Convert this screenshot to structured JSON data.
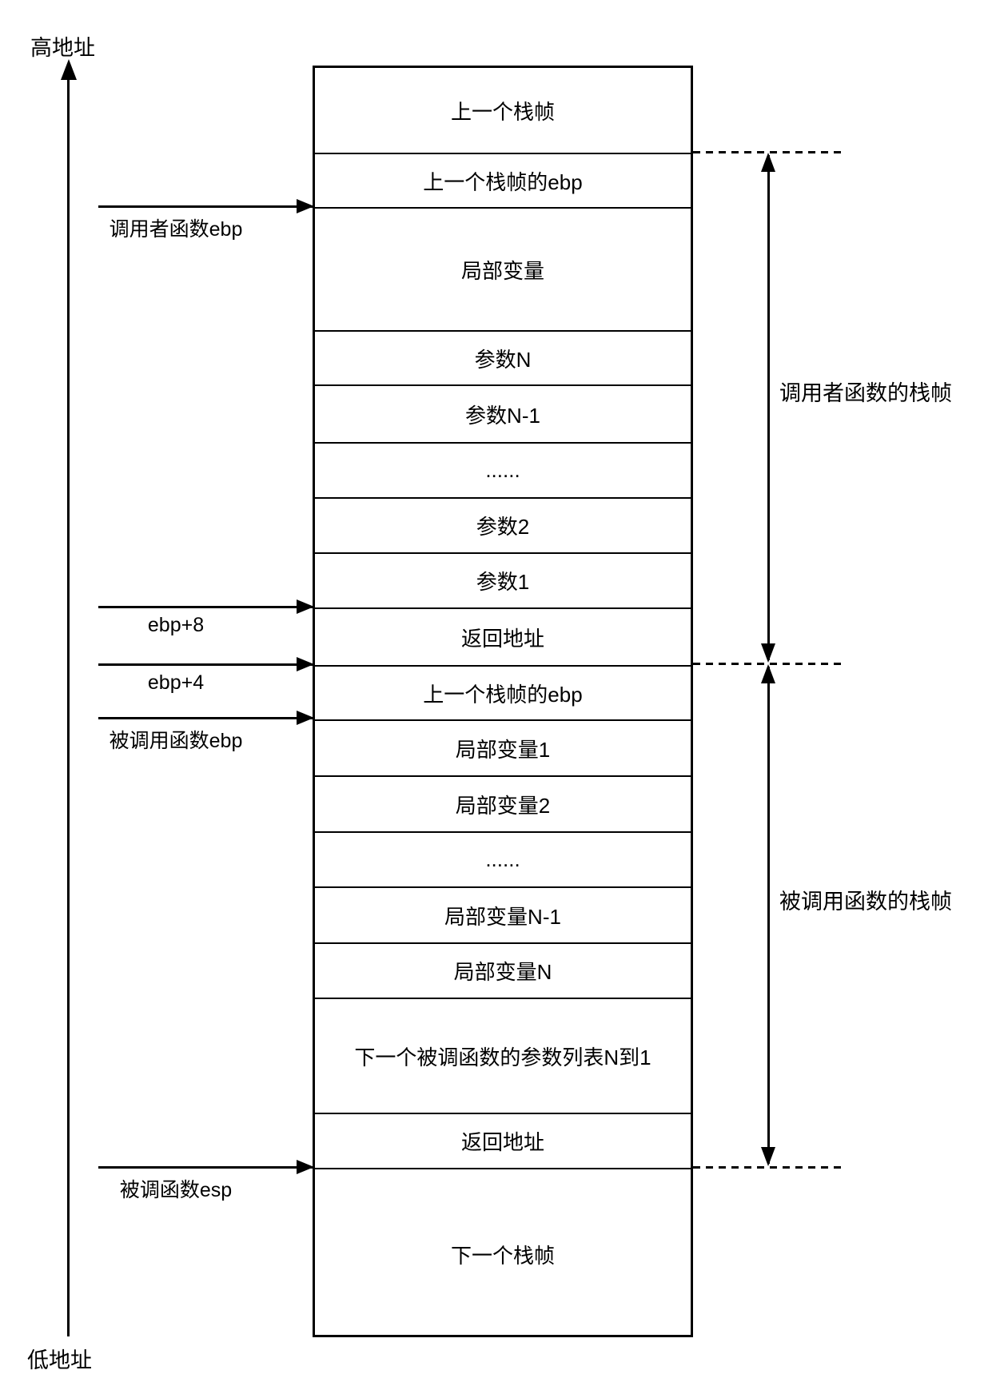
{
  "diagram": {
    "type": "stack-frame-memory-diagram",
    "background": "#ffffff",
    "line_color": "#000000"
  },
  "axis": {
    "high_label": "高地址",
    "low_label": "低地址"
  },
  "stack": {
    "cells": [
      {
        "label": "上一个栈帧"
      },
      {
        "label": "上一个栈帧的ebp"
      },
      {
        "label": "局部变量"
      },
      {
        "label": "参数N"
      },
      {
        "label": "参数N-1"
      },
      {
        "label": "......"
      },
      {
        "label": "参数2"
      },
      {
        "label": "参数1"
      },
      {
        "label": "返回地址"
      },
      {
        "label": "上一个栈帧的ebp"
      },
      {
        "label": "局部变量1"
      },
      {
        "label": "局部变量2"
      },
      {
        "label": "......"
      },
      {
        "label": "局部变量N-1"
      },
      {
        "label": "局部变量N"
      },
      {
        "label": "下一个被调函数的参数列表N到1"
      },
      {
        "label": "返回地址"
      },
      {
        "label": "下一个栈帧"
      }
    ]
  },
  "pointers": [
    {
      "label": "调用者函数ebp"
    },
    {
      "label": "ebp+8"
    },
    {
      "label": "ebp+4"
    },
    {
      "label": "被调用函数ebp"
    },
    {
      "label": "被调函数esp"
    }
  ],
  "frames": [
    {
      "label": "调用者函数的栈帧"
    },
    {
      "label": "被调用函数的栈帧"
    }
  ]
}
